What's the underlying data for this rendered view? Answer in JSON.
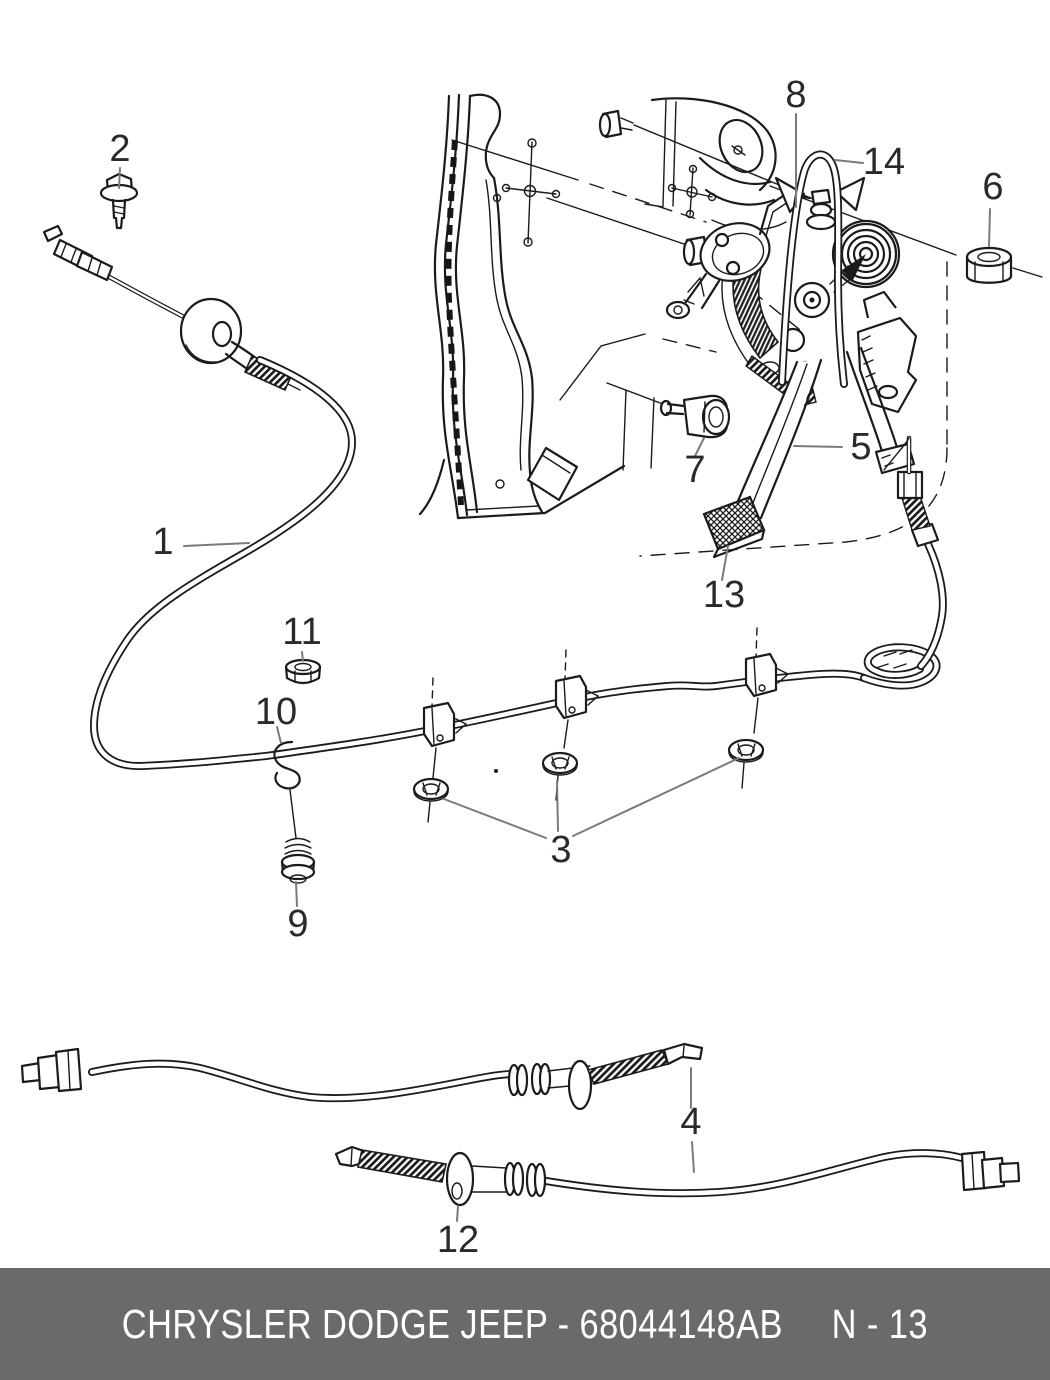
{
  "footer": {
    "brand_text": "CHRYSLER DODGE JEEP - 68044148AB",
    "page_ref": "N - 13",
    "background": "#6a6a6a",
    "text_color": "#ffffff"
  },
  "diagram": {
    "line_color": "#1b1b1b",
    "leader_color": "#7a7a7a",
    "background": "#ffffff"
  },
  "callouts": [
    "1",
    "2",
    "3",
    "4",
    "5",
    "6",
    "7",
    "8",
    "9",
    "10",
    "11",
    "12",
    "13",
    "14"
  ]
}
